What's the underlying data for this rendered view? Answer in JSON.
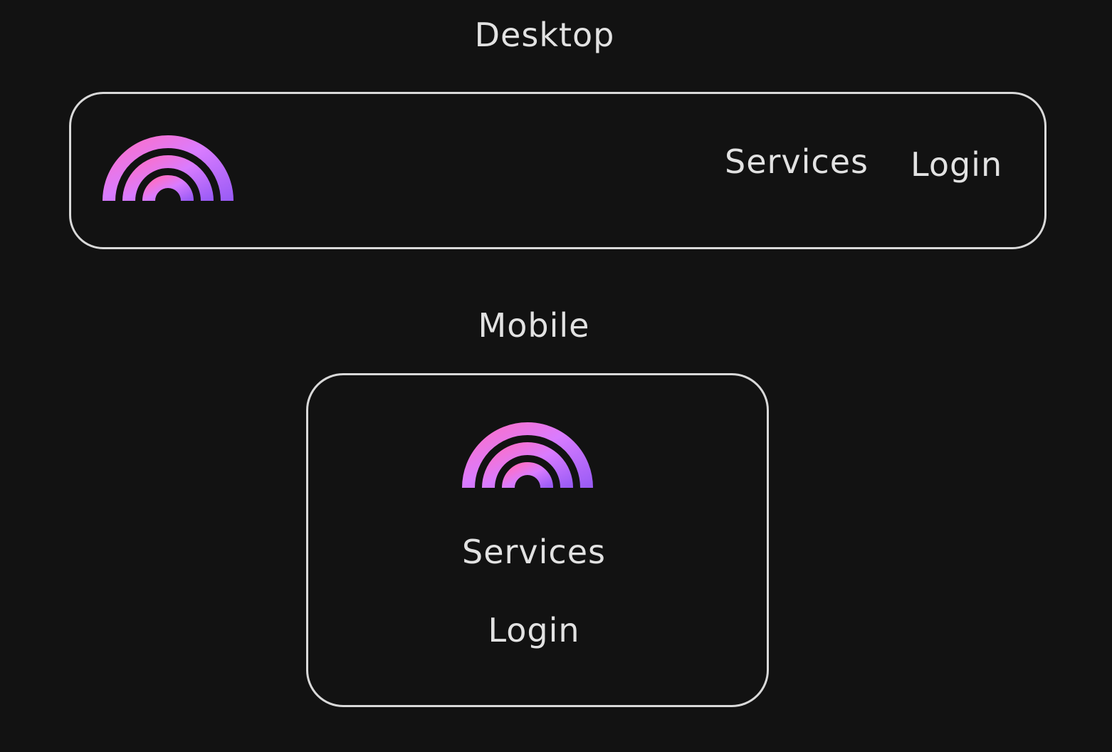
{
  "desktop": {
    "heading": "Desktop",
    "nav": {
      "services_label": "Services",
      "login_label": "Login"
    },
    "logo_icon": "rainbow-arc-logo-icon"
  },
  "mobile": {
    "heading": "Mobile",
    "nav": {
      "services_label": "Services",
      "login_label": "Login"
    },
    "logo_icon": "rainbow-arc-logo-icon"
  },
  "colors": {
    "background": "#121212",
    "frame_stroke": "#d9d9d9",
    "text": "#e2e2e2",
    "logo_gradient_start": "#ff6ec4",
    "logo_gradient_mid": "#d97cff",
    "logo_gradient_end": "#9b5cf6"
  }
}
